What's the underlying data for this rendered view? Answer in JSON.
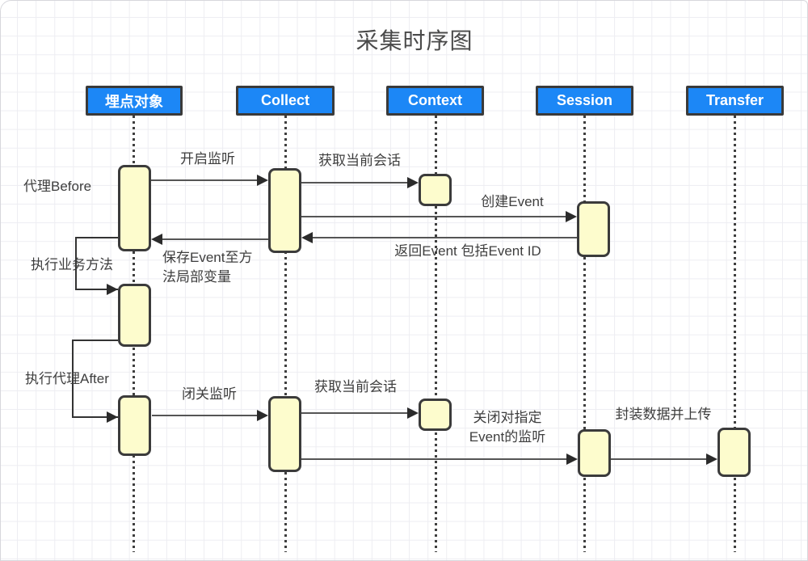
{
  "title": "采集时序图",
  "lifelines": [
    {
      "name": "埋点对象"
    },
    {
      "name": "Collect"
    },
    {
      "name": "Context"
    },
    {
      "name": "Session"
    },
    {
      "name": "Transfer"
    }
  ],
  "messages": {
    "start_listen": "开启监听",
    "get_session_1": "获取当前会话",
    "create_event": "创建Event",
    "return_event": "返回Event 包括Event ID",
    "save_event_line1": "保存Event至方",
    "save_event_line2": "法局部变量",
    "close_listen": "闭关监听",
    "get_session_2": "获取当前会话",
    "close_event_line1": "关闭对指定",
    "close_event_line2": "Event的监听",
    "upload": "封装数据并上传"
  },
  "side_labels": {
    "proxy_before": "代理Before",
    "exec_business": "执行业务方法",
    "exec_after": "执行代理After"
  },
  "colors": {
    "header_bg": "#1c87f6",
    "header_text": "#ffffff",
    "activation_fill": "#fdfccd",
    "shape_border": "#3b3b3b",
    "arrow": "#2b2b2b",
    "label_text": "#3e3e3e"
  }
}
